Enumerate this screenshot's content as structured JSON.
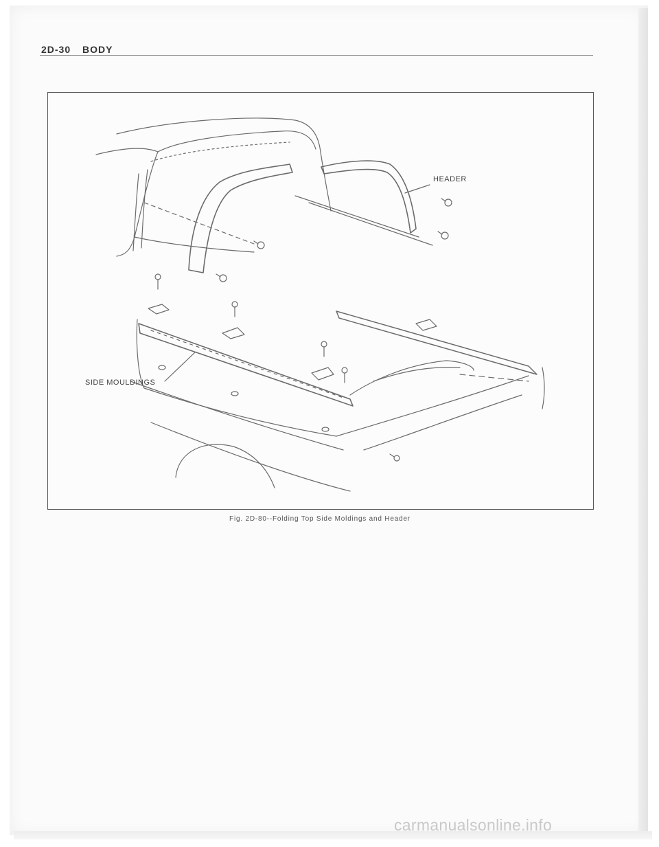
{
  "header": {
    "section": "2D-30",
    "title": "BODY"
  },
  "figure": {
    "labels": {
      "header": "HEADER",
      "side_mouldings": "SIDE MOULDINGS"
    },
    "caption": "Fig. 2D-80--Folding Top Side Moldings and Header"
  },
  "watermark": "carmanualsonline.info"
}
